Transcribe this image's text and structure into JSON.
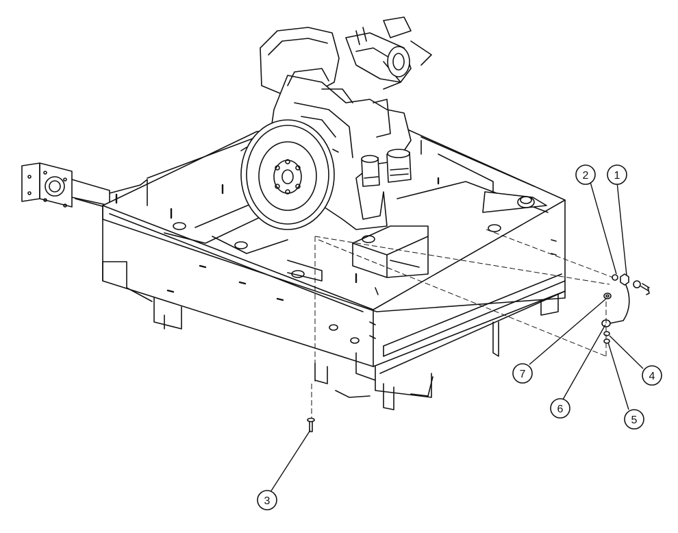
{
  "callouts": [
    {
      "id": "c1",
      "label": "1"
    },
    {
      "id": "c2",
      "label": "2"
    },
    {
      "id": "c3",
      "label": "3"
    },
    {
      "id": "c4",
      "label": "4"
    },
    {
      "id": "c5",
      "label": "5"
    },
    {
      "id": "c6",
      "label": "6"
    },
    {
      "id": "c7",
      "label": "7"
    }
  ],
  "colors": {
    "ink": "#111111",
    "paper": "#ffffff",
    "shade": "#e8e8e8"
  }
}
